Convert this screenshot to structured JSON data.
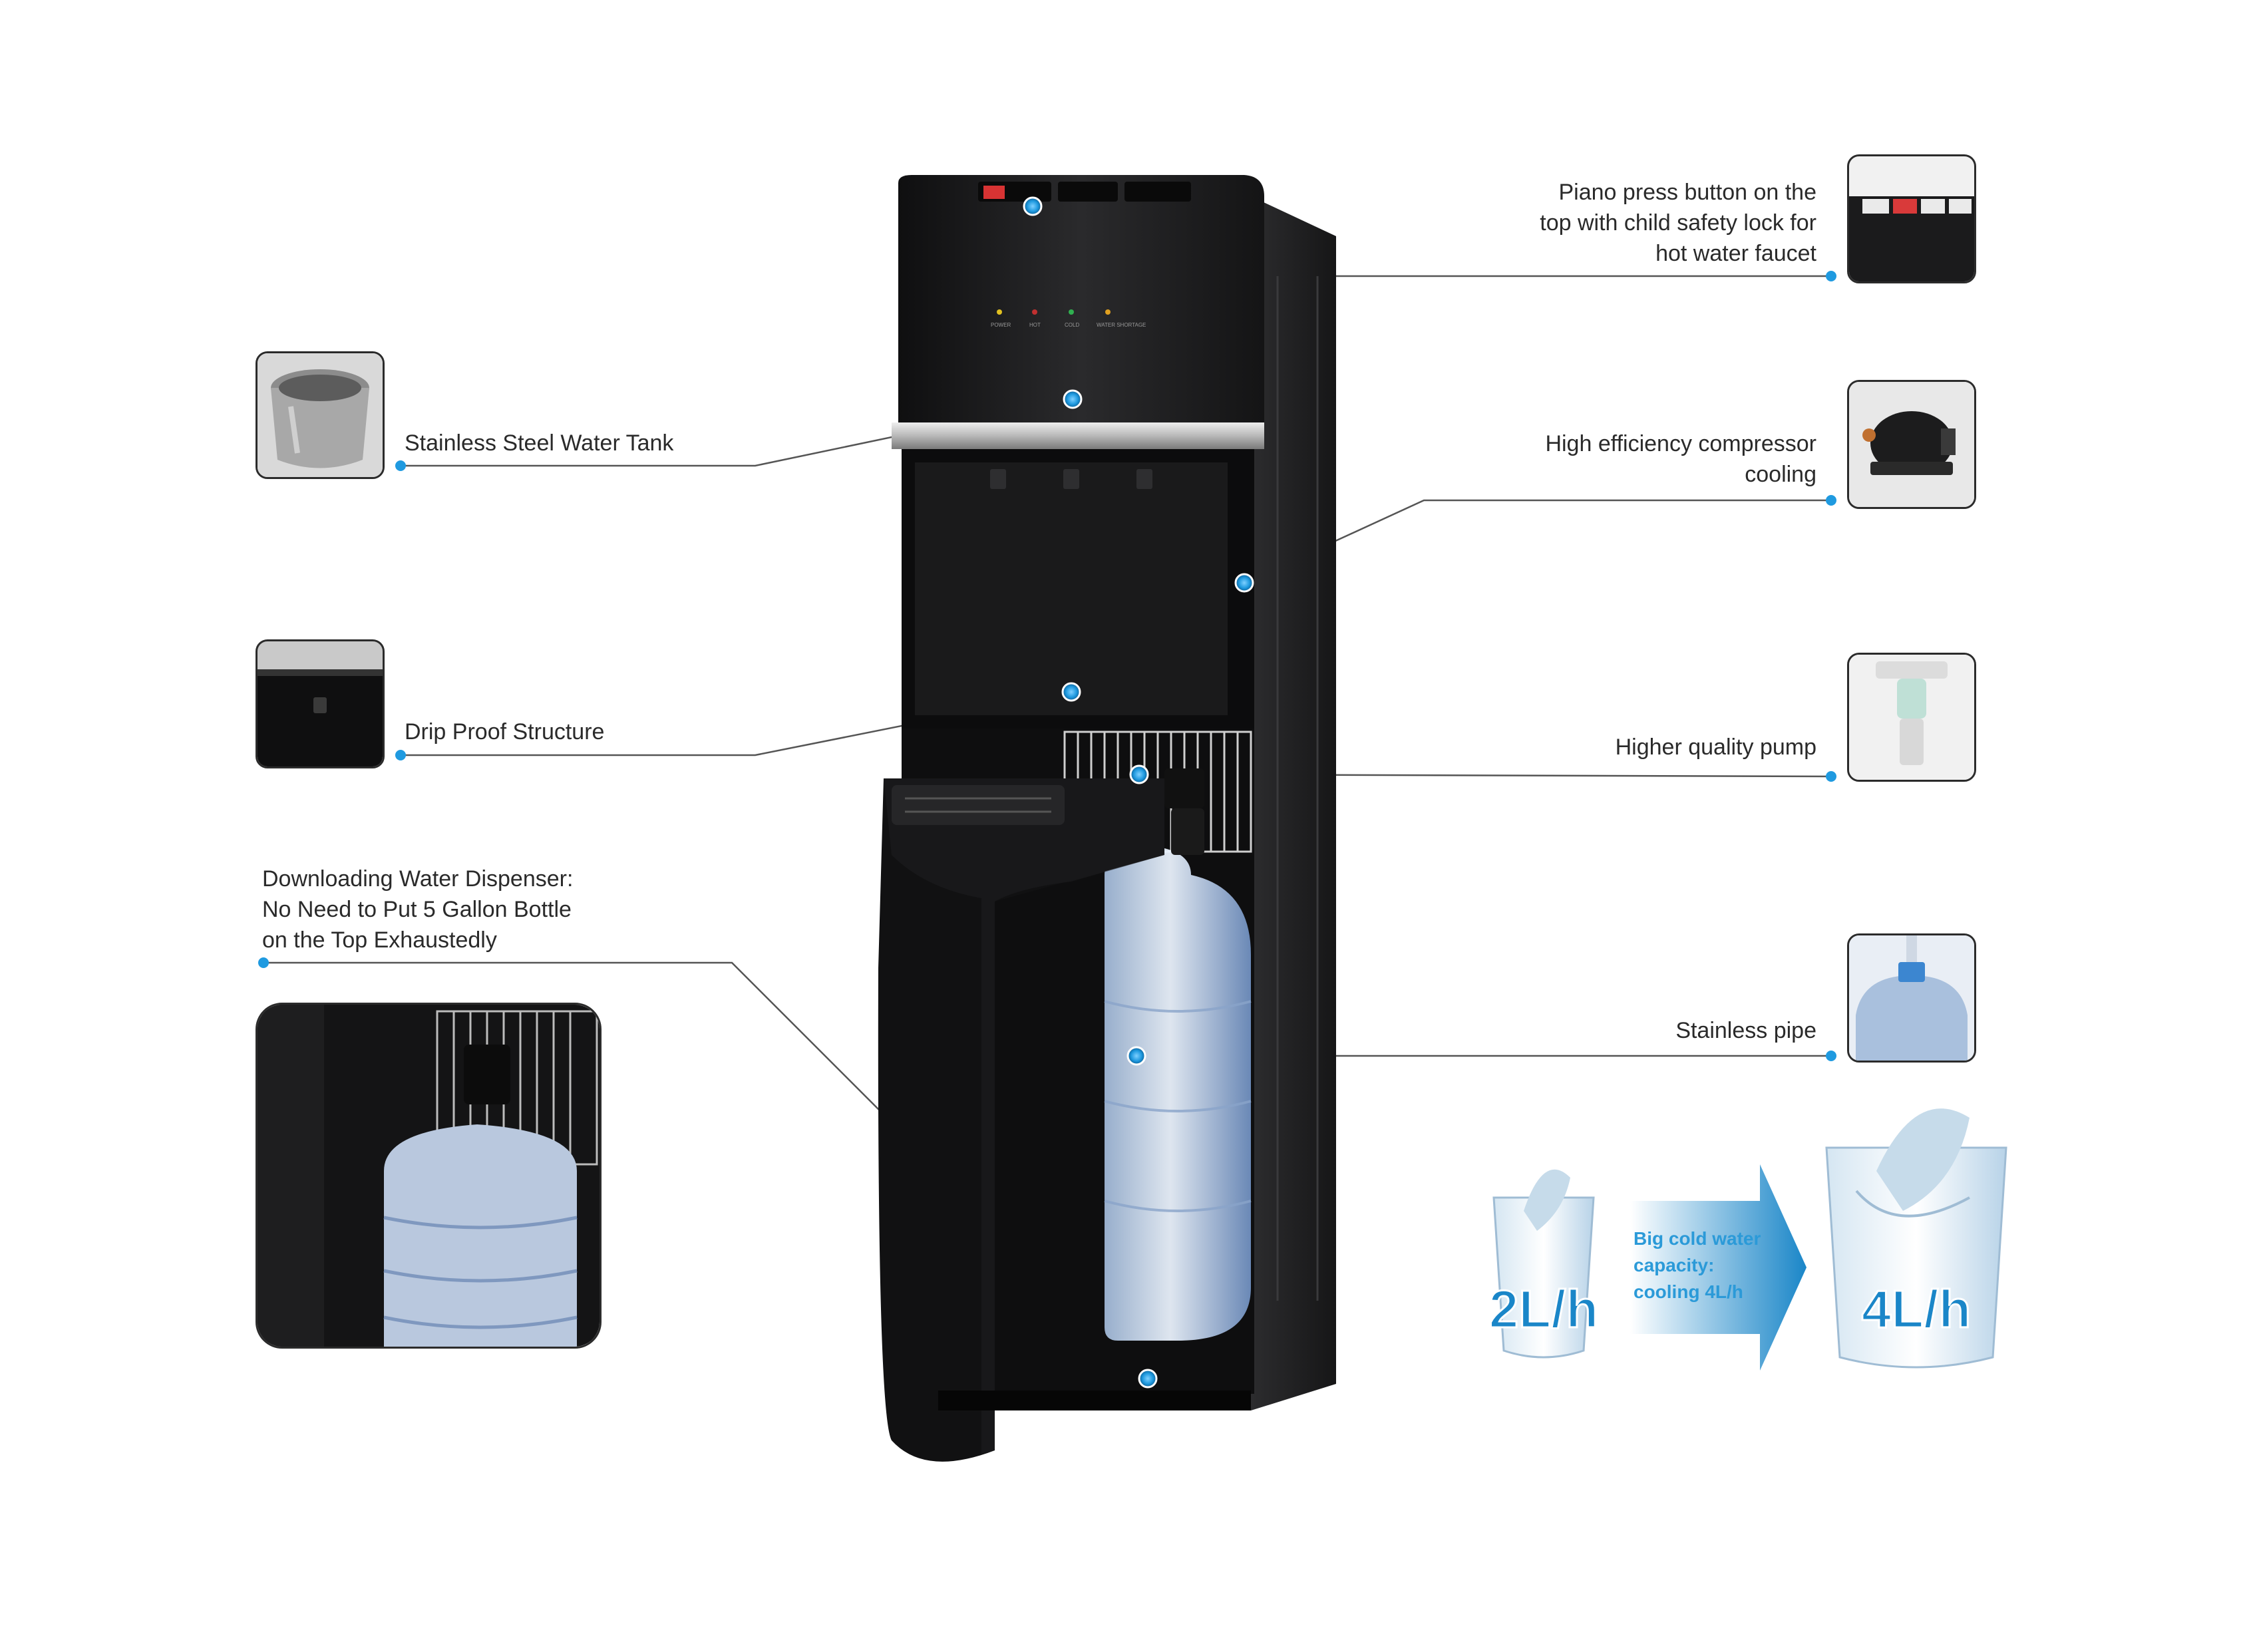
{
  "features": {
    "piano_button": "Piano press button on the\ntop with child safety lock for\nhot water faucet",
    "steel_tank": "Stainless Steel Water Tank",
    "compressor": "High efficiency compressor\ncooling",
    "drip_proof": "Drip Proof Structure",
    "pump": "Higher quality pump",
    "downloading": "Downloading Water Dispenser:\nNo Need to Put 5 Gallon Bottle\non the Top Exhaustedly",
    "stainless_pipe": "Stainless pipe"
  },
  "panel_labels": {
    "power": "POWER",
    "hot": "HOT",
    "cold": "COLD",
    "water_shortage": "WATER SHORTAGE"
  },
  "capacity": {
    "text": "Big cold water\ncapacity:\ncooling 4L/h",
    "before": "2L/h",
    "after": "4L/h"
  },
  "colors": {
    "accent": "#1a86c8",
    "dot": "#1f9ae0",
    "body": "#1b1b1c"
  }
}
